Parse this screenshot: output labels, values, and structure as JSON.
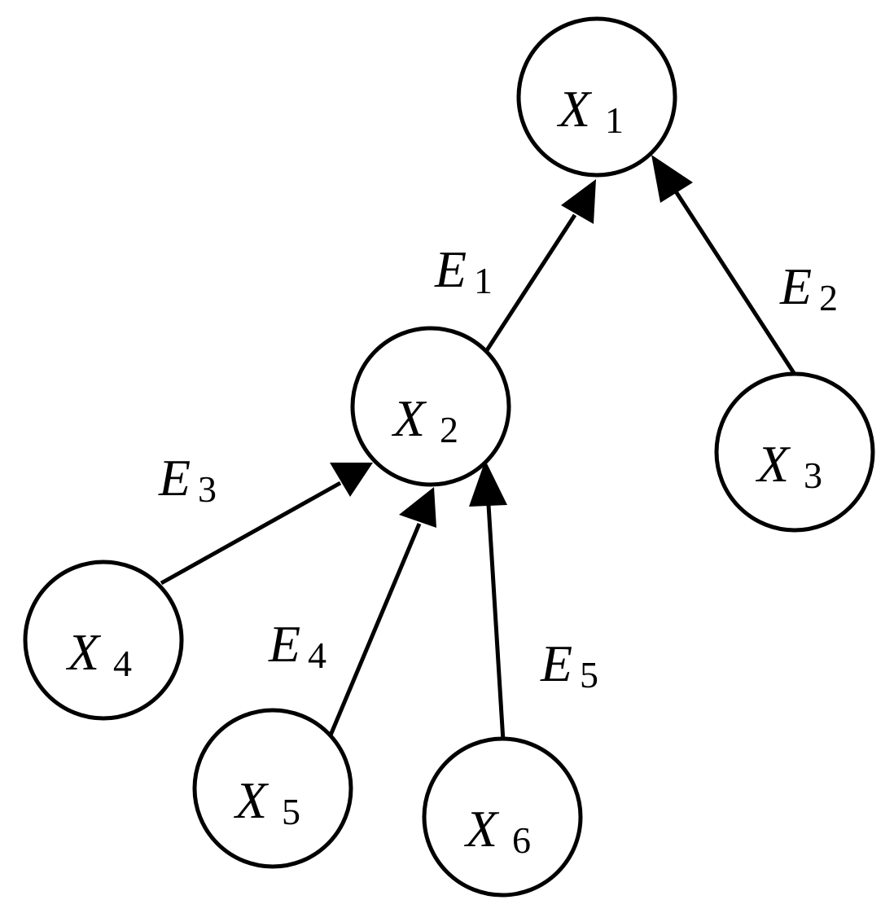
{
  "diagram": {
    "nodes": [
      {
        "id": "x1",
        "label": "X",
        "sub": "1"
      },
      {
        "id": "x2",
        "label": "X",
        "sub": "2"
      },
      {
        "id": "x3",
        "label": "X",
        "sub": "3"
      },
      {
        "id": "x4",
        "label": "X",
        "sub": "4"
      },
      {
        "id": "x5",
        "label": "X",
        "sub": "5"
      },
      {
        "id": "x6",
        "label": "X",
        "sub": "6"
      }
    ],
    "edges": [
      {
        "id": "e1",
        "from": "x2",
        "to": "x1",
        "label": "E",
        "sub": "1"
      },
      {
        "id": "e2",
        "from": "x3",
        "to": "x1",
        "label": "E",
        "sub": "2"
      },
      {
        "id": "e3",
        "from": "x4",
        "to": "x2",
        "label": "E",
        "sub": "3"
      },
      {
        "id": "e4",
        "from": "x5",
        "to": "x2",
        "label": "E",
        "sub": "4"
      },
      {
        "id": "e5",
        "from": "x6",
        "to": "x2",
        "label": "E",
        "sub": "5"
      }
    ],
    "colors": {
      "stroke": "#000000",
      "background": "#ffffff"
    }
  }
}
